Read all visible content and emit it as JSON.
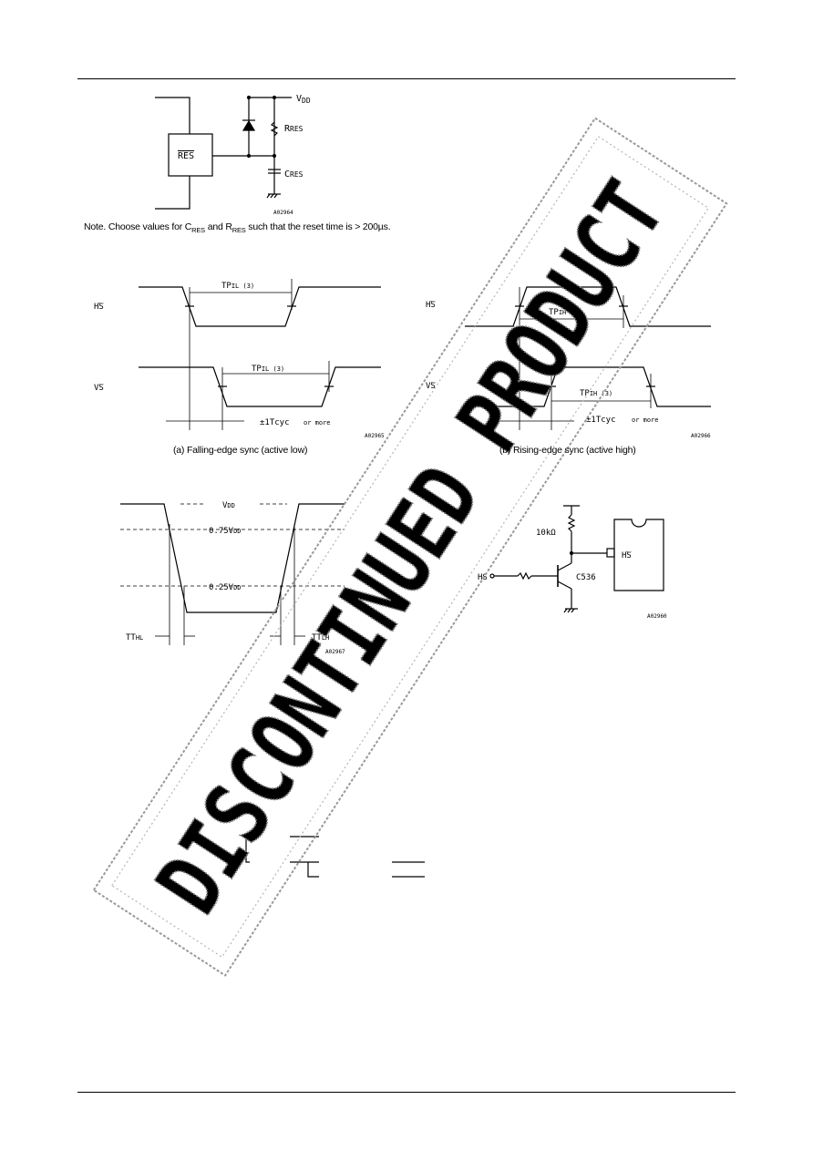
{
  "reset_circuit": {
    "vdd_label": "V",
    "vdd_sub": "DD",
    "ic_label": "RES",
    "rres_label": "R",
    "rres_sub": "RES",
    "cres_label": "C",
    "cres_sub": "RES",
    "fig_code": "A02964"
  },
  "note": {
    "prefix": "Note. Choose values for C",
    "c_sub": "RES",
    "mid": " and R",
    "r_sub": "RES",
    "suffix": " such that the reset time is > 200µs."
  },
  "sync_falling": {
    "hs_label": "HS",
    "vs_label": "VS",
    "tpil_top": "TP",
    "tpil_top_sub": "IL",
    "tpil_top_tail": " (3)",
    "tpil_bot": "TP",
    "tpil_bot_sub": "IL",
    "tpil_bot_tail": " (3)",
    "tcyc": "±1Tcyc",
    "or_more": "or more",
    "fig_code": "A02965",
    "caption": "(a) Falling-edge sync (active low)"
  },
  "sync_rising": {
    "hs_label": "HS",
    "vs_label": "VS",
    "tpih_top": "TP",
    "tpih_top_sub": "IH",
    "tpih_top_tail": " (3)",
    "tpih_bot": "TP",
    "tpih_bot_sub": "IH",
    "tpih_bot_tail": " (3)",
    "tcyc": "±1Tcyc",
    "or_more": "or more",
    "fig_code": "A02966",
    "caption": "(b) Rising-edge sync (active high)"
  },
  "transition": {
    "vdd": "V",
    "vdd_sub": "DD",
    "level_075": "0.75V",
    "level_075_sub": "DD",
    "level_025": "0.25V",
    "level_025_sub": "DD",
    "tthl": "TT",
    "tthl_sub": "HL",
    "ttlh": "TT",
    "ttlh_sub": "LH",
    "fig_code": "A02967"
  },
  "interface_circuit": {
    "resistor": "10kΩ",
    "input": "HS",
    "transistor": "C536",
    "pin": "HS",
    "fig_code": "A02960"
  },
  "stamp": {
    "text": "DISCONTINUED PRODUCT",
    "color": "#808080"
  }
}
